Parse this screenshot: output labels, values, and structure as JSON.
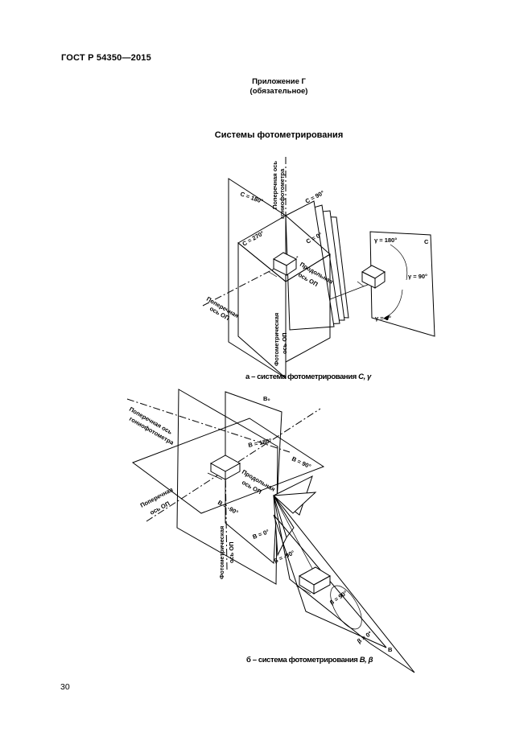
{
  "header": {
    "doc_code": "ГОСТ Р 54350—2015"
  },
  "annex": {
    "title": "Приложение Г",
    "status": "(обязательное)"
  },
  "section": {
    "title": "Системы фотометрирования"
  },
  "figure_a": {
    "caption_prefix": "а – система фотометрирования",
    "caption_symbols": "C, γ",
    "labels": {
      "transverse_axis": [
        "Поперечная ось",
        "гониофотометра"
      ],
      "c180": "C = 180°",
      "c90": "C = 90°",
      "c270": "C = 270°",
      "c0": "C = 0°",
      "c_plane": "C",
      "longitudinal": [
        "Продольная",
        "ось ОП"
      ],
      "transverse_op": [
        "Поперечная",
        "ось ОП"
      ],
      "photometric": [
        "Фотометрическая",
        "ось ОП"
      ],
      "gamma180": "γ = 180°",
      "gamma90": "γ = 90°",
      "gamma0": "γ = 0°"
    }
  },
  "figure_b": {
    "caption_prefix": "б – система фотометрирования",
    "caption_symbols": "B, β",
    "labels": {
      "transverse_axis": [
        "Поперечная ось",
        "гониофотометра"
      ],
      "b0_corner": "B₀",
      "b180": "B = 180°",
      "b90": "B = 90°",
      "longitudinal": [
        "Продольная",
        "ось ОП"
      ],
      "transverse_op": [
        "Поперечная",
        "ось ОП"
      ],
      "b_minus90": "B = -90°",
      "b0": "B = 0°",
      "photometric": [
        "Фотометрическая",
        "ось ОП"
      ],
      "beta_minus90": "β = -90°",
      "beta90": "β = 90°",
      "beta0": "β = 0°",
      "b_plane": "B"
    }
  },
  "page": {
    "number": "30"
  }
}
